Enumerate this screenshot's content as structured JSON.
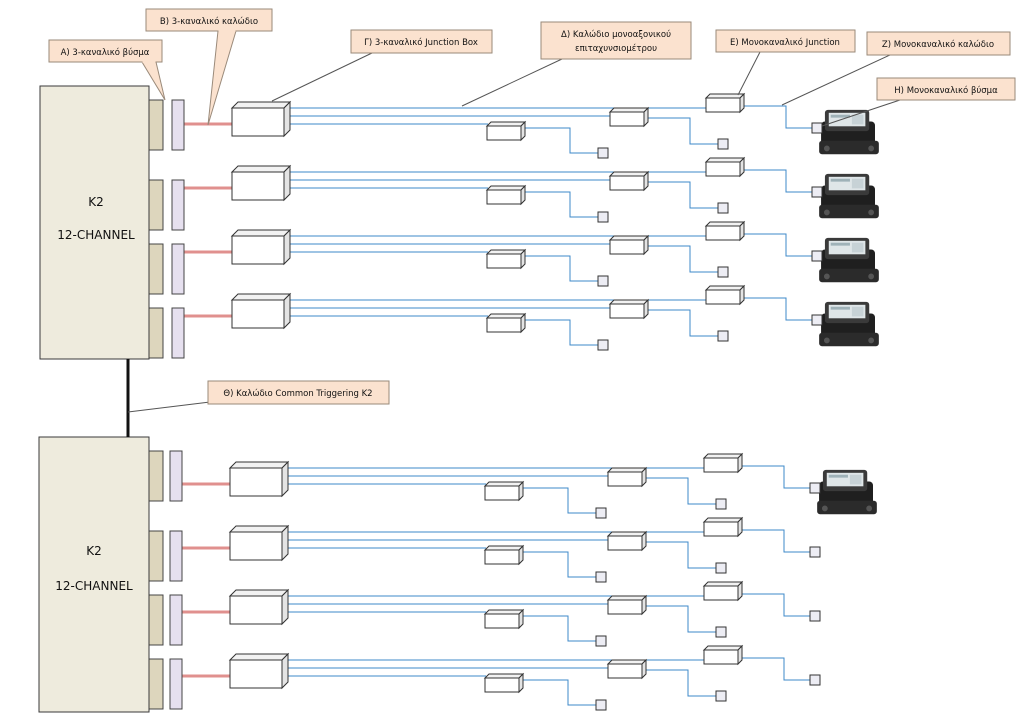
{
  "callouts": {
    "a": "Α) 3-καναλικό βύσμα",
    "b": "Β) 3-καναλικό καλώδιο",
    "c": "Γ) 3-καναλικό Junction Box",
    "d1": "Δ) Καλώδιο μονοαξονικού",
    "d2": "επιταχυνσιομέτρου",
    "e": "Ε) Μονοκαναλικό Junction",
    "z": "Ζ) Μονοκαναλικό καλώδιο",
    "h": "Η) Μονοκαναλικό βύσμα",
    "theta": "Θ) Καλώδιο Common Triggering K2"
  },
  "recorders": [
    {
      "name": "K2",
      "subtitle": "12-CHANNEL",
      "rows_with_sensor": [
        true,
        true,
        true,
        true
      ]
    },
    {
      "name": "K2",
      "subtitle": "12-CHANNEL",
      "rows_with_sensor": [
        true,
        false,
        false,
        false
      ]
    }
  ],
  "colors": {
    "recorder_fill": "#eeebdd",
    "connector_fill": "#ddd6bd",
    "plug_fill": "#e6e0ef",
    "cable_3ch": "#e0908e",
    "cable_1ch": "#3e88c8",
    "callout_fill": "#fbe2cf",
    "callout_stroke": "#9a8a7a"
  }
}
